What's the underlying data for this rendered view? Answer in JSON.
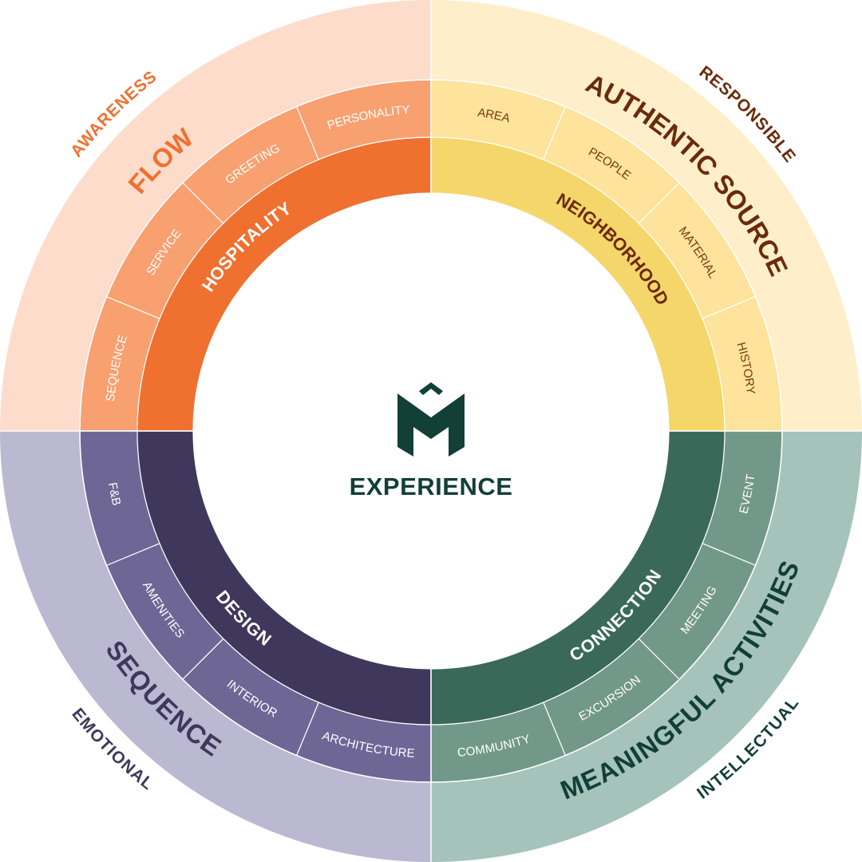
{
  "center": {
    "title": "EXPERIENCE",
    "logo": "M-logo",
    "color": "#123f38"
  },
  "quadrants": [
    {
      "id": "awareness",
      "outer_label": "AWARENESS",
      "band_label": "FLOW",
      "ring_label": "HOSPITALITY",
      "segments": [
        "PERSONALITY",
        "GREETING",
        "SERVICE",
        "SEQUENCE"
      ],
      "colors": {
        "outer": "#fddccb",
        "middle": "#f9a070",
        "inner": "#f07030",
        "label": "#f07030",
        "seg_text": "#ffffff",
        "ring_text": "#ffffff"
      }
    },
    {
      "id": "responsible",
      "outer_label": "RESPONSIBLE",
      "band_label": "AUTHENTIC SOURCE",
      "ring_label": "NEIGHBORHOOD",
      "segments": [
        "AREA",
        "PEOPLE",
        "MATERIAL",
        "HISTORY"
      ],
      "colors": {
        "outer": "#feefca",
        "middle": "#fde39b",
        "inner": "#f4d66b",
        "label": "#6b2a0a",
        "seg_text": "#7a3a12",
        "ring_text": "#6b2a0a"
      }
    },
    {
      "id": "intellectual",
      "outer_label": "INTELLECTUAL",
      "band_label": "MEANINGFUL ACTIVITIES",
      "ring_label": "CONNECTION",
      "segments": [
        "EVENT",
        "MEETING",
        "EXCURSION",
        "COMMUNITY"
      ],
      "colors": {
        "outer": "#a5c3ba",
        "middle": "#72988a",
        "inner": "#3a6959",
        "label": "#123f38",
        "seg_text": "#ffffff",
        "ring_text": "#ffffff"
      }
    },
    {
      "id": "emotional",
      "outer_label": "EMOTIONAL",
      "band_label": "SEQUENCE",
      "ring_label": "DESIGN",
      "segments": [
        "ARCHITECTURE",
        "INTERIOR",
        "AMENITIES",
        "F&B"
      ],
      "colors": {
        "outer": "#bbb8d2",
        "middle": "#6e6796",
        "inner": "#3f385c",
        "label": "#3f385c",
        "seg_text": "#ffffff",
        "ring_text": "#ffffff"
      }
    }
  ]
}
